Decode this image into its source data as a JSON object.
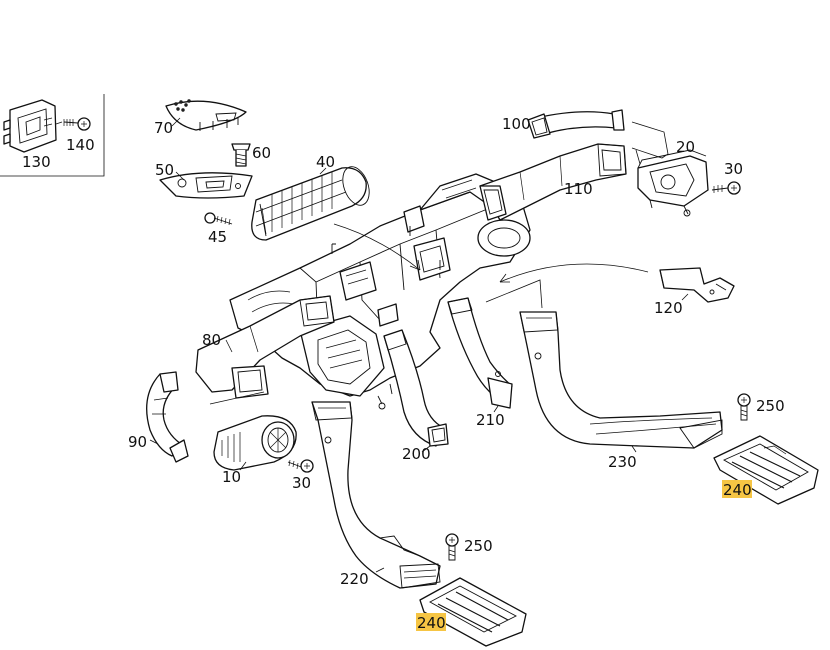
{
  "diagram": {
    "labels": {
      "p10": "10",
      "p20": "20",
      "p30a": "30",
      "p30b": "30",
      "p40": "40",
      "p45": "45",
      "p50": "50",
      "p60": "60",
      "p70": "70",
      "p80": "80",
      "p90": "90",
      "p100": "100",
      "p110": "110",
      "p120": "120",
      "p130": "130",
      "p140": "140",
      "p200": "200",
      "p210": "210",
      "p220": "220",
      "p230": "230",
      "p240a": "240",
      "p240b": "240",
      "p250a": "250",
      "p250b": "250"
    },
    "highlight_color": "#f6c544"
  }
}
